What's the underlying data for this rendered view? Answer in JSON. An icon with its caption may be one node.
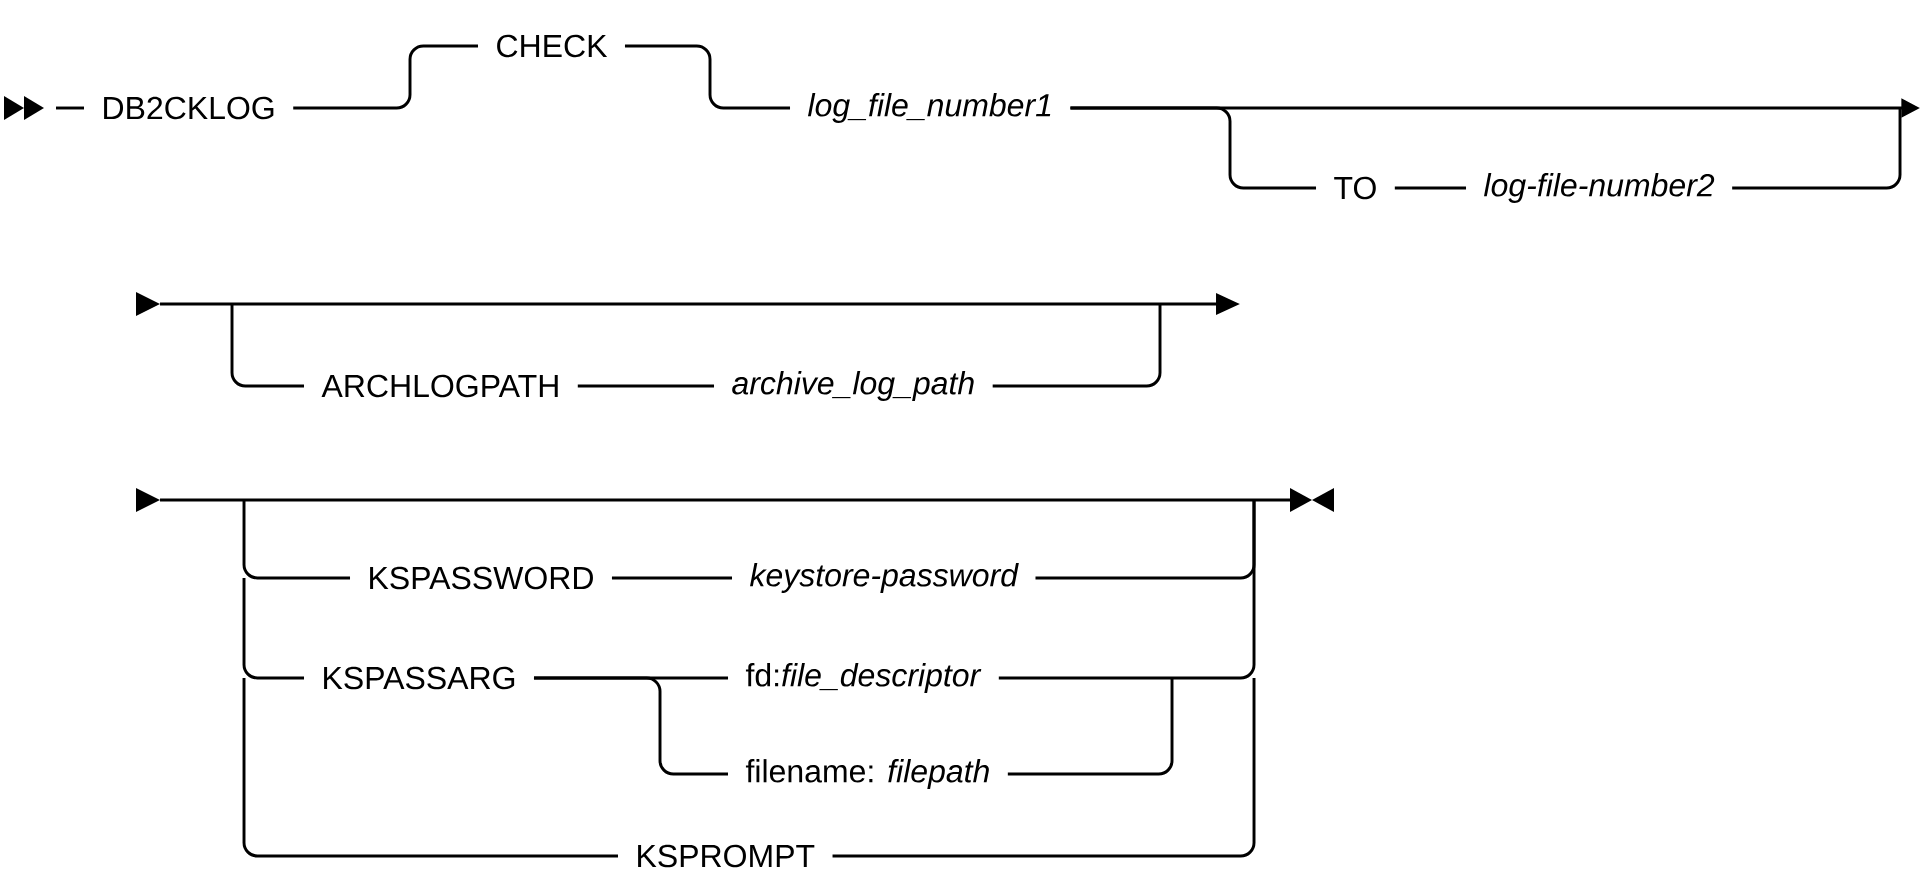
{
  "diagram": {
    "nodes": [
      {
        "text": [
          "DB2CKLOG"
        ]
      },
      {
        "text": [
          "CHECK"
        ]
      },
      {
        "text": [
          "log_file_number1"
        ]
      },
      {
        "text": [
          "TO"
        ]
      },
      {
        "text": [
          "log-file-number2"
        ]
      },
      {
        "text": [
          "ARCHLOGPATH"
        ]
      },
      {
        "text": [
          "archive_log_path"
        ]
      },
      {
        "text": [
          "KSPASSWORD"
        ]
      },
      {
        "text": [
          "keystore-password"
        ]
      },
      {
        "text": [
          "KSPASSARG"
        ]
      },
      {
        "text": [
          "fd:*file_descriptor*"
        ]
      },
      {
        "text": [
          "filename: *filepath*"
        ]
      },
      {
        "text": [
          "KSPROMPT"
        ]
      }
    ],
    "edges": [
      {
        "from": null,
        "to": 0,
        "arrow": "none"
      },
      {
        "from": 0,
        "to": 1,
        "arrow": "none"
      },
      {
        "from": 1,
        "to": 2,
        "arrow": "none"
      },
      {
        "from": 2,
        "to": null,
        "arrow": "to"
      },
      {
        "from": 2,
        "to": 3,
        "arrow": "none"
      },
      {
        "from": 3,
        "to": 4,
        "arrow": "none"
      },
      {
        "from": 4,
        "to": null,
        "arrow": "none"
      },
      {
        "from": null,
        "to": 5,
        "arrow": "none"
      },
      {
        "from": 5,
        "to": 6,
        "arrow": "none"
      },
      {
        "from": 6,
        "to": null,
        "arrow": "none"
      },
      {
        "from": null,
        "to": 7,
        "arrow": "none"
      },
      {
        "from": 7,
        "to": 8,
        "arrow": "none"
      },
      {
        "from": 8,
        "to": null,
        "arrow": "none"
      },
      {
        "from": null,
        "to": 9,
        "arrow": "none"
      },
      {
        "from": 9,
        "to": 10,
        "arrow": "none"
      },
      {
        "from": 9,
        "to": 11,
        "arrow": "none"
      },
      {
        "from": 10,
        "to": null,
        "arrow": "none"
      },
      {
        "from": 11,
        "to": null,
        "arrow": "none"
      },
      {
        "from": null,
        "to": 12,
        "arrow": "none"
      },
      {
        "from": 12,
        "to": null,
        "arrow": "none"
      }
    ]
  }
}
